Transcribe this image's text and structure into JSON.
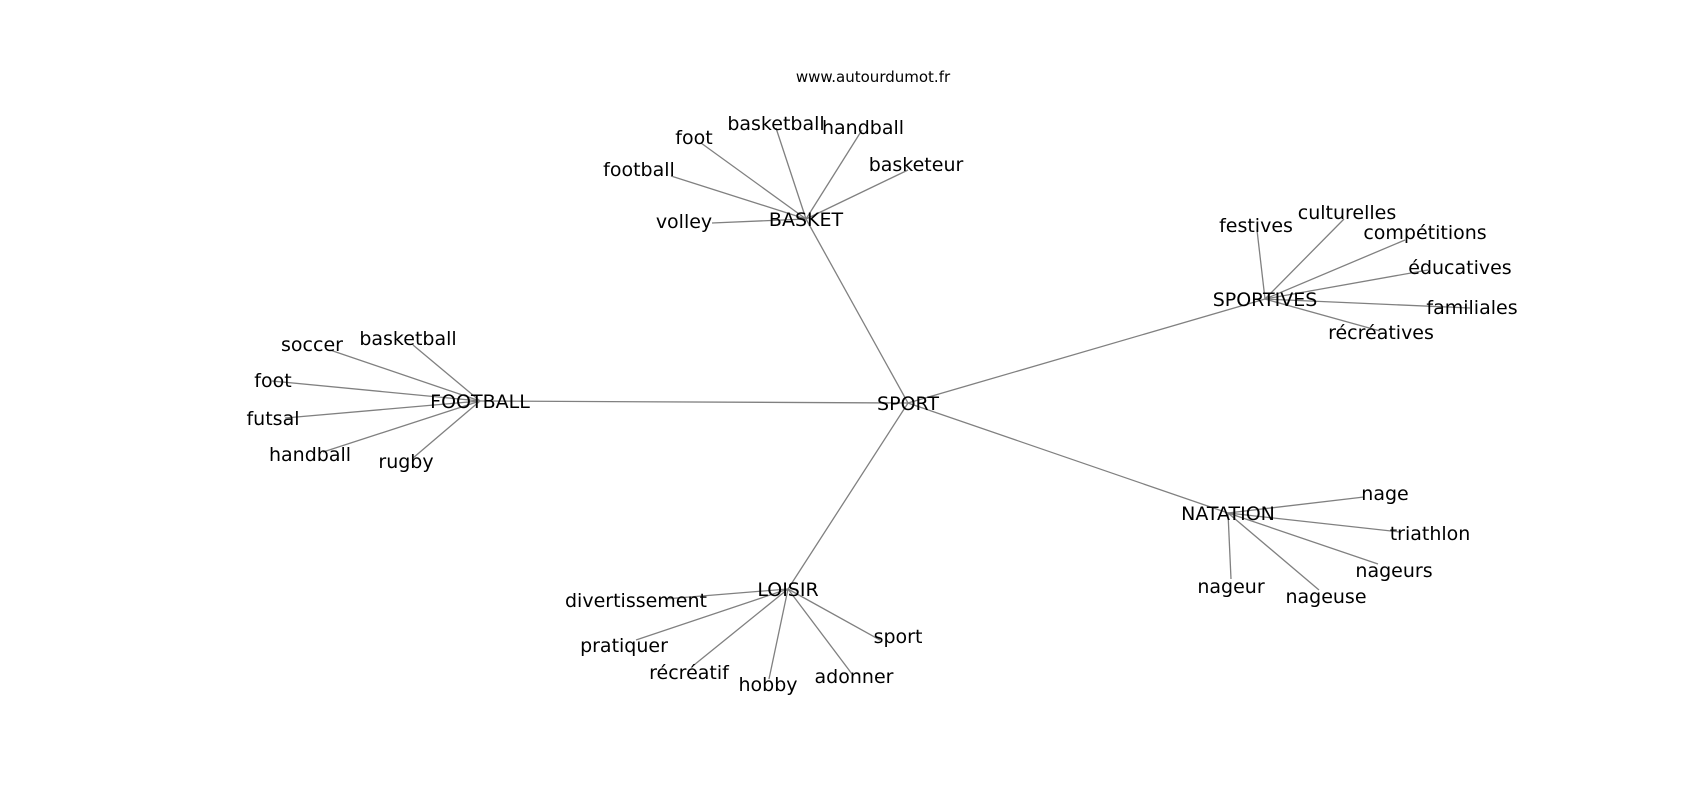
{
  "source_label": "www.autourdumot.fr",
  "colors": {
    "edge": "#808080",
    "text": "#000000",
    "background": "#ffffff"
  },
  "graph": {
    "center": "SPORT",
    "branches": [
      {
        "hub": "BASKET",
        "leaves": [
          "foot",
          "basketball",
          "handball",
          "football",
          "basketeur",
          "volley"
        ]
      },
      {
        "hub": "SPORTIVES",
        "leaves": [
          "festives",
          "culturelles",
          "compétitions",
          "éducatives",
          "familiales",
          "récréatives"
        ]
      },
      {
        "hub": "FOOTBALL",
        "leaves": [
          "soccer",
          "basketball",
          "foot",
          "futsal",
          "handball",
          "rugby"
        ]
      },
      {
        "hub": "NATATION",
        "leaves": [
          "nage",
          "triathlon",
          "nageurs",
          "nageur",
          "nageuse"
        ]
      },
      {
        "hub": "LOISIR",
        "leaves": [
          "divertissement",
          "pratiquer",
          "récréatif",
          "hobby",
          "adonner",
          "sport"
        ]
      }
    ]
  }
}
